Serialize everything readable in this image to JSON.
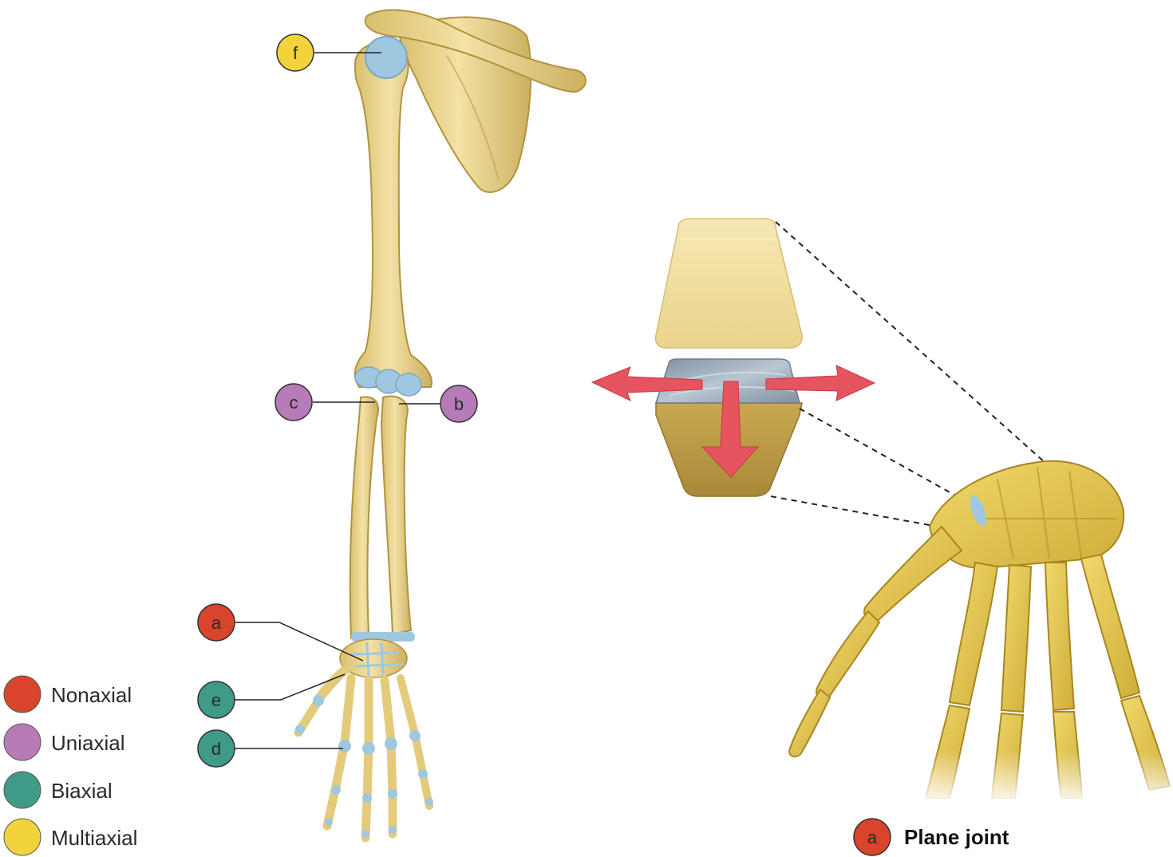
{
  "colors": {
    "nonaxial": "#d9442d",
    "uniaxial": "#b77bb9",
    "biaxial": "#3f9b88",
    "multiaxial": "#f2d33b",
    "bone": "#ecd790",
    "bone_shade": "#c9ad5e",
    "bone_outline": "#a88a3c",
    "cartilage": "#9ec7df",
    "arrow": "#e5545f",
    "hand_bone": "#e3c44e"
  },
  "legend": [
    {
      "label": "Nonaxial",
      "color_key": "nonaxial"
    },
    {
      "label": "Uniaxial",
      "color_key": "uniaxial"
    },
    {
      "label": "Biaxial",
      "color_key": "biaxial"
    },
    {
      "label": "Multiaxial",
      "color_key": "multiaxial"
    }
  ],
  "callouts": {
    "f": "f",
    "c": "c",
    "b": "b",
    "a": "a",
    "e": "e",
    "d": "d"
  },
  "caption": {
    "letter": "a",
    "text": "Plane joint"
  }
}
